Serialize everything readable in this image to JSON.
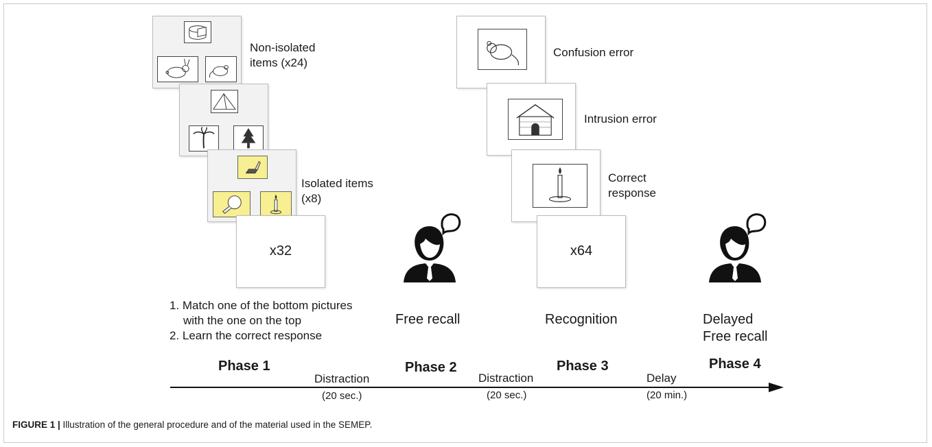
{
  "phase1": {
    "label_nonisolated": "Non-isolated\nitems (x24)",
    "label_isolated": "Isolated items\n(x8)",
    "count": "x32",
    "instruction_1": "1. Match one of the bottom pictures",
    "instruction_1b": "with the one on the top",
    "instruction_2": "2. Learn the correct response",
    "phase_title": "Phase 1"
  },
  "phase2": {
    "task": "Free recall",
    "phase_title": "Phase 2"
  },
  "phase3": {
    "label_confusion": "Confusion error",
    "label_intrusion": "Intrusion error",
    "label_correct": "Correct\nresponse",
    "count": "x64",
    "task": "Recognition",
    "phase_title": "Phase 3"
  },
  "phase4": {
    "task_line1": "Delayed",
    "task_line2": "Free recall",
    "phase_title": "Phase 4"
  },
  "timeline": {
    "gap1_label": "Distraction",
    "gap1_time": "(20 sec.)",
    "gap2_label": "Distraction",
    "gap2_time": "(20 sec.)",
    "gap3_label": "Delay",
    "gap3_time": "(20 min.)"
  },
  "caption": {
    "figure_label": "FIGURE 1 |",
    "text": " Illustration of the general procedure and of the material used in the SEMEP."
  },
  "icons": {
    "speaker": "person-with-speech-bubble-icon",
    "pictures": [
      "cheese-icon",
      "rabbit-icon",
      "mouse-icon",
      "pyramid-icon",
      "palm-tree-icon",
      "fir-tree-icon",
      "lighter-icon",
      "light-bulb-icon",
      "candle-icon",
      "doghouse-icon"
    ]
  },
  "colors": {
    "isolated_highlight": "#f7ef91"
  }
}
